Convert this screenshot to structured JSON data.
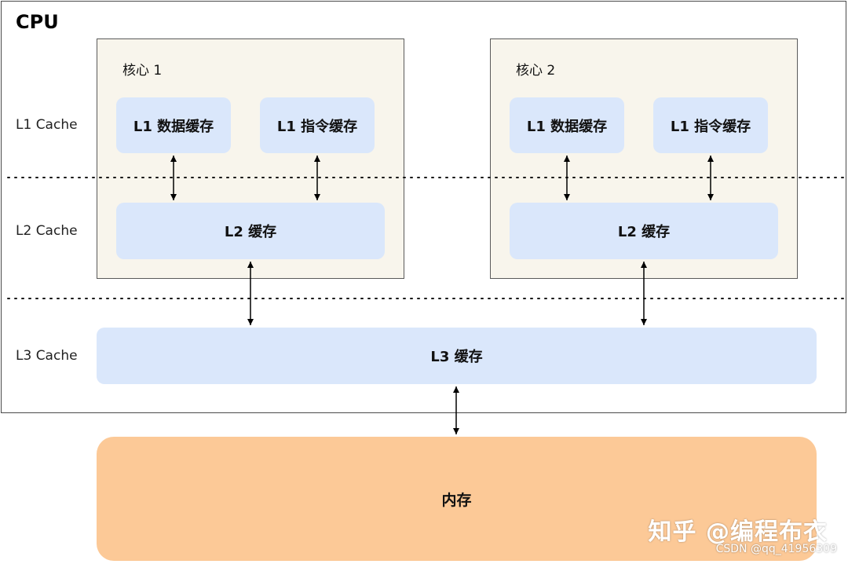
{
  "cpu": {
    "title": "CPU"
  },
  "levels": {
    "l1": "L1 Cache",
    "l2": "L2 Cache",
    "l3": "L3 Cache"
  },
  "cores": [
    {
      "label": "核心 1",
      "l1_data": "L1 数据缓存",
      "l1_inst": "L1 指令缓存",
      "l2": "L2 缓存"
    },
    {
      "label": "核心 2",
      "l1_data": "L1 数据缓存",
      "l1_inst": "L1 指令缓存",
      "l2": "L2 缓存"
    }
  ],
  "l3": "L3 缓存",
  "memory": "内存",
  "watermark": {
    "main": "知乎 @编程布衣",
    "sub": "CSDN @qq_41956309"
  }
}
